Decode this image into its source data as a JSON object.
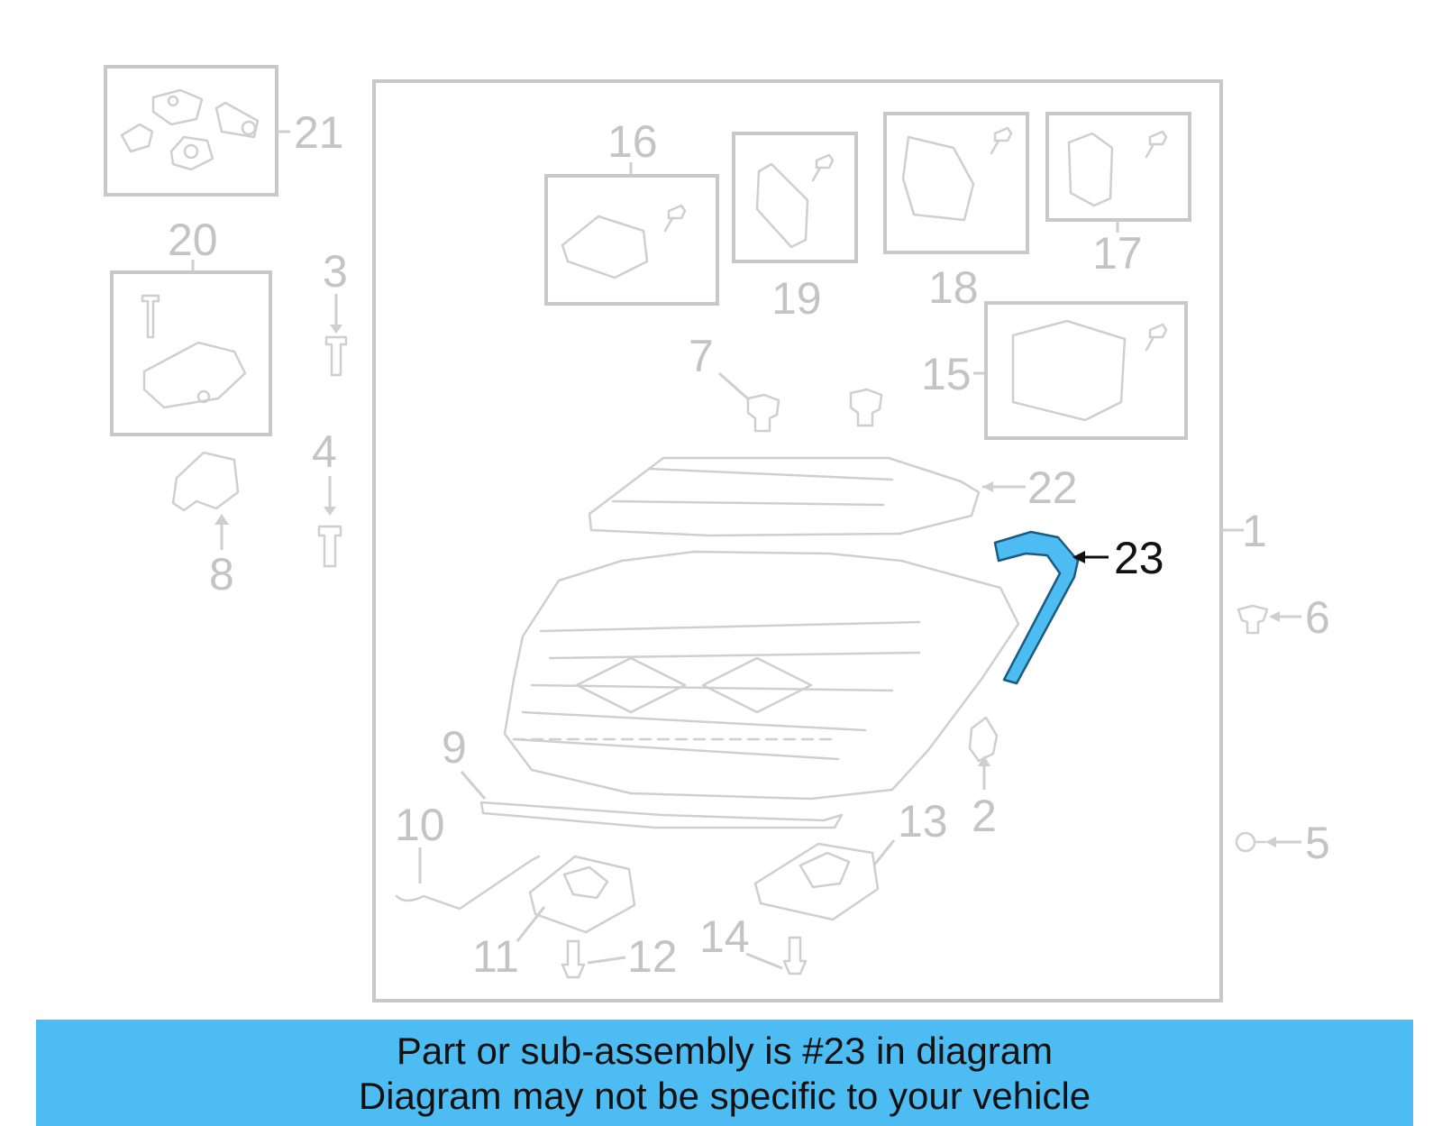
{
  "diagram": {
    "highlighted_part": "23",
    "highlight_color": "#4dbcf3",
    "callouts": {
      "c1": "1",
      "c2": "2",
      "c3": "3",
      "c4": "4",
      "c5": "5",
      "c6": "6",
      "c7": "7",
      "c8": "8",
      "c9": "9",
      "c10": "10",
      "c11": "11",
      "c12": "12",
      "c13": "13",
      "c14": "14",
      "c15": "15",
      "c16": "16",
      "c17": "17",
      "c18": "18",
      "c19": "19",
      "c20": "20",
      "c21": "21",
      "c22": "22",
      "c23": "23"
    }
  },
  "banner": {
    "line1": "Part or sub-assembly is #23 in diagram",
    "line2": "Diagram may not be specific to your vehicle",
    "color": "#4dbcf3"
  }
}
